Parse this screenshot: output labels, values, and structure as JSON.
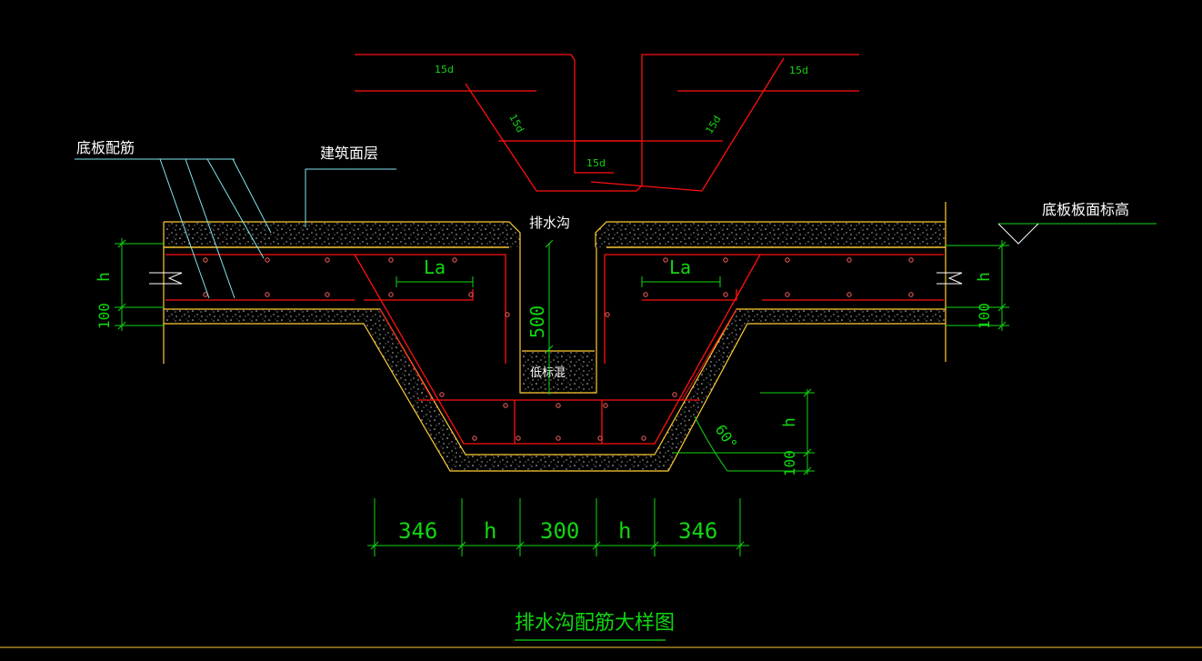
{
  "title": "排水沟配筋大样图",
  "labels": {
    "bottom_slab_rebar": "底板配筋",
    "building_finish_layer": "建筑面层",
    "drain_channel": "排水沟",
    "slab_top_elevation": "底板板面标高",
    "low_grade_concrete": "低标混"
  },
  "detail_labels": {
    "top_left": "15d",
    "top_right": "15d",
    "slope_left": "15d",
    "slope_right": "15d",
    "bottom": "15d"
  },
  "anchorage": {
    "left": "La",
    "right": "La"
  },
  "dimensions": {
    "left_h": "h",
    "left_100": "100",
    "right_h": "h",
    "right_100": "100",
    "depth_500": "500",
    "slope_h": "h",
    "slope_100": "100",
    "angle": "60°",
    "bottom": [
      "346",
      "h",
      "300",
      "h",
      "346"
    ]
  },
  "colors": {
    "background": "#000000",
    "rebar": "#ff1010",
    "concrete_outline": "#ffcc33",
    "dimension": "#11d611",
    "leader": "#80e6f0",
    "text": "#ffffff"
  }
}
